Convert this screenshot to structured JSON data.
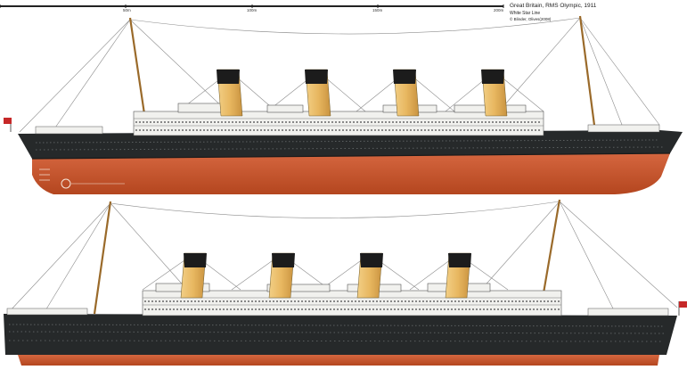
{
  "caption": {
    "title": "Great Britain, RMS Olympic, 1911",
    "line": "White Star Line",
    "credit": "© Blinder, Olives(2008)"
  },
  "scale": {
    "labels": [
      "50m",
      "100m",
      "150m",
      "200m"
    ]
  },
  "colors": {
    "hull_black": "#26292a",
    "hull_red": "#c5532f",
    "funnel_buff": "#e8b760",
    "funnel_top": "#1c1c1c",
    "superstructure": "#f1f1ee",
    "mast": "#9a6a2a",
    "flag_red": "#c62828"
  }
}
